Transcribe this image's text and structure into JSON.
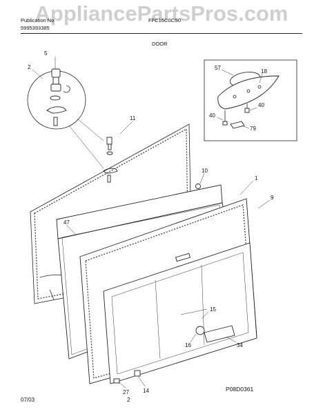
{
  "watermark": "AppliancePartsPros.com",
  "header": {
    "publication_label": "Publication No",
    "publication_number": "5995393385",
    "model": "FFC15C0CS0",
    "section": "DOOR"
  },
  "footer": {
    "date": "07/03",
    "page": "2",
    "drawing_code": "P08D0361"
  },
  "callouts": {
    "c5": "5",
    "c2": "2",
    "c11": "11",
    "c10": "10",
    "c1": "1",
    "c9": "9",
    "c47": "47",
    "c15": "15",
    "c16": "16",
    "c34": "34",
    "c14": "14",
    "c27": "27",
    "c57": "57",
    "c18": "18",
    "c40a": "40",
    "c40b": "40",
    "c79": "79"
  }
}
